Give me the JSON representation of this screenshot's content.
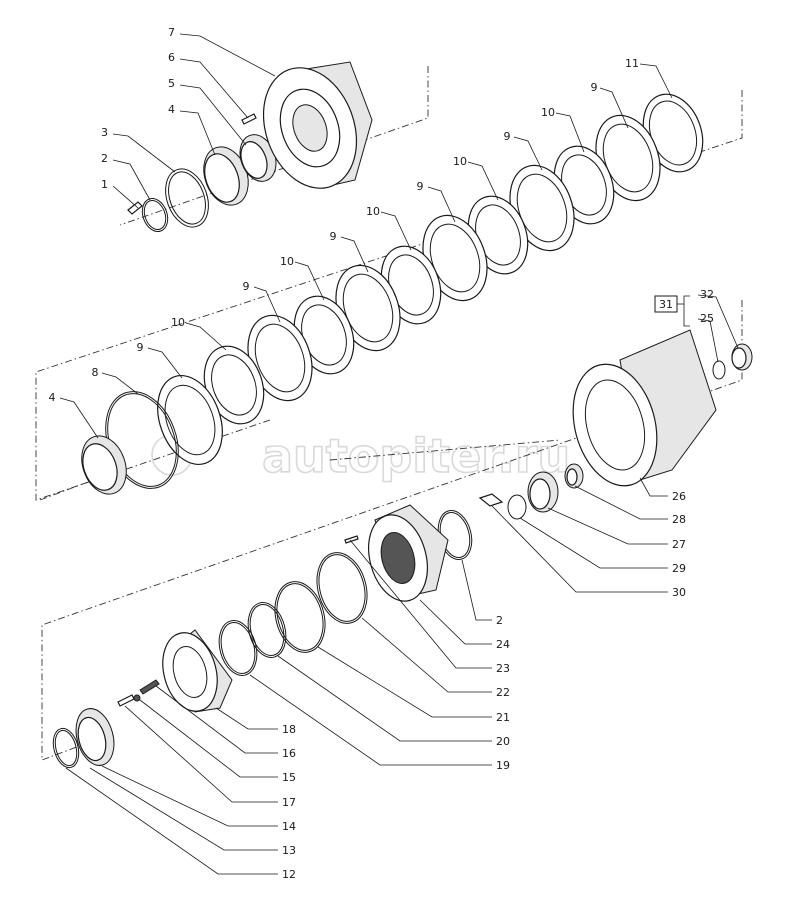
{
  "watermark": "autopiter.ru",
  "group_box_label": "31",
  "callouts": [
    "1",
    "2",
    "3",
    "4",
    "5",
    "6",
    "7",
    "11",
    "9",
    "10",
    "9",
    "10",
    "9",
    "10",
    "9",
    "10",
    "9",
    "10",
    "9",
    "8",
    "4",
    "32",
    "25",
    "26",
    "28",
    "27",
    "29",
    "30",
    "2",
    "24",
    "23",
    "22",
    "21",
    "20",
    "19",
    "18",
    "16",
    "15",
    "17",
    "14",
    "13",
    "12"
  ]
}
